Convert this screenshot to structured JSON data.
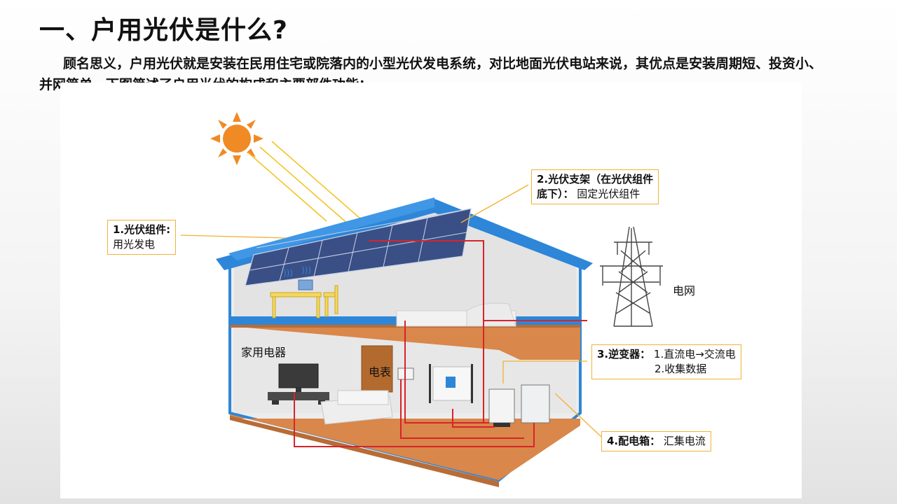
{
  "slide": {
    "title": "一、户用光伏是什么?",
    "intro": "顾名思义，户用光伏就是安装在民用住宅或院落内的小型光伏发电系统，对比地面光伏电站来说，其优点是安装周期短、投资小、并网简单。下图简述了户用光伏的构成和主要部件功能："
  },
  "diagram": {
    "callouts": {
      "pv_module": {
        "heading": "1.光伏组件:",
        "text": "用光发电"
      },
      "pv_bracket": {
        "heading_line1": "2.光伏支架（在光伏组件",
        "heading_line2": "底下）：",
        "text": "固定光伏组件"
      },
      "inverter": {
        "heading": "3.逆变器：",
        "line1": "1.直流电→交流电",
        "line2": "2.收集数据"
      },
      "distribution_box": {
        "heading": "4.配电箱：",
        "text": "汇集电流"
      }
    },
    "labels": {
      "grid": "电网",
      "appliances": "家用电器",
      "meter": "电表"
    },
    "colors": {
      "roof": "#2d86d8",
      "floor": "#d9874a",
      "wire": "#d8232a",
      "sun": "#f08a24",
      "callout_border": "#f2b233",
      "panel": "#3a4f86"
    }
  }
}
